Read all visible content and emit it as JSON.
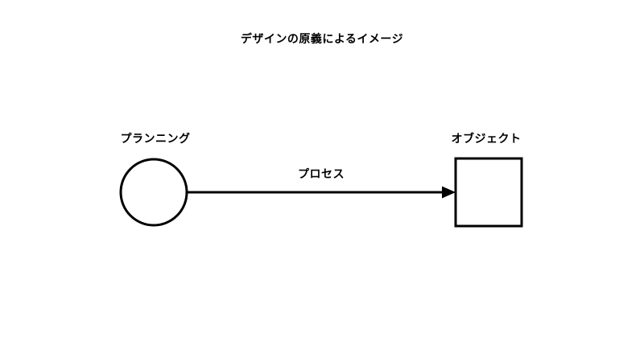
{
  "diagram": {
    "title": "デザインの原義によるイメージ",
    "nodes": [
      {
        "id": "planning",
        "label": "プランニング",
        "shape": "circle"
      },
      {
        "id": "object",
        "label": "オブジェクト",
        "shape": "square"
      }
    ],
    "edges": [
      {
        "from": "planning",
        "to": "object",
        "label": "プロセス",
        "direction": "right"
      }
    ],
    "colors": {
      "background": "#ffffff",
      "stroke": "#000000",
      "text": "#000000"
    }
  }
}
